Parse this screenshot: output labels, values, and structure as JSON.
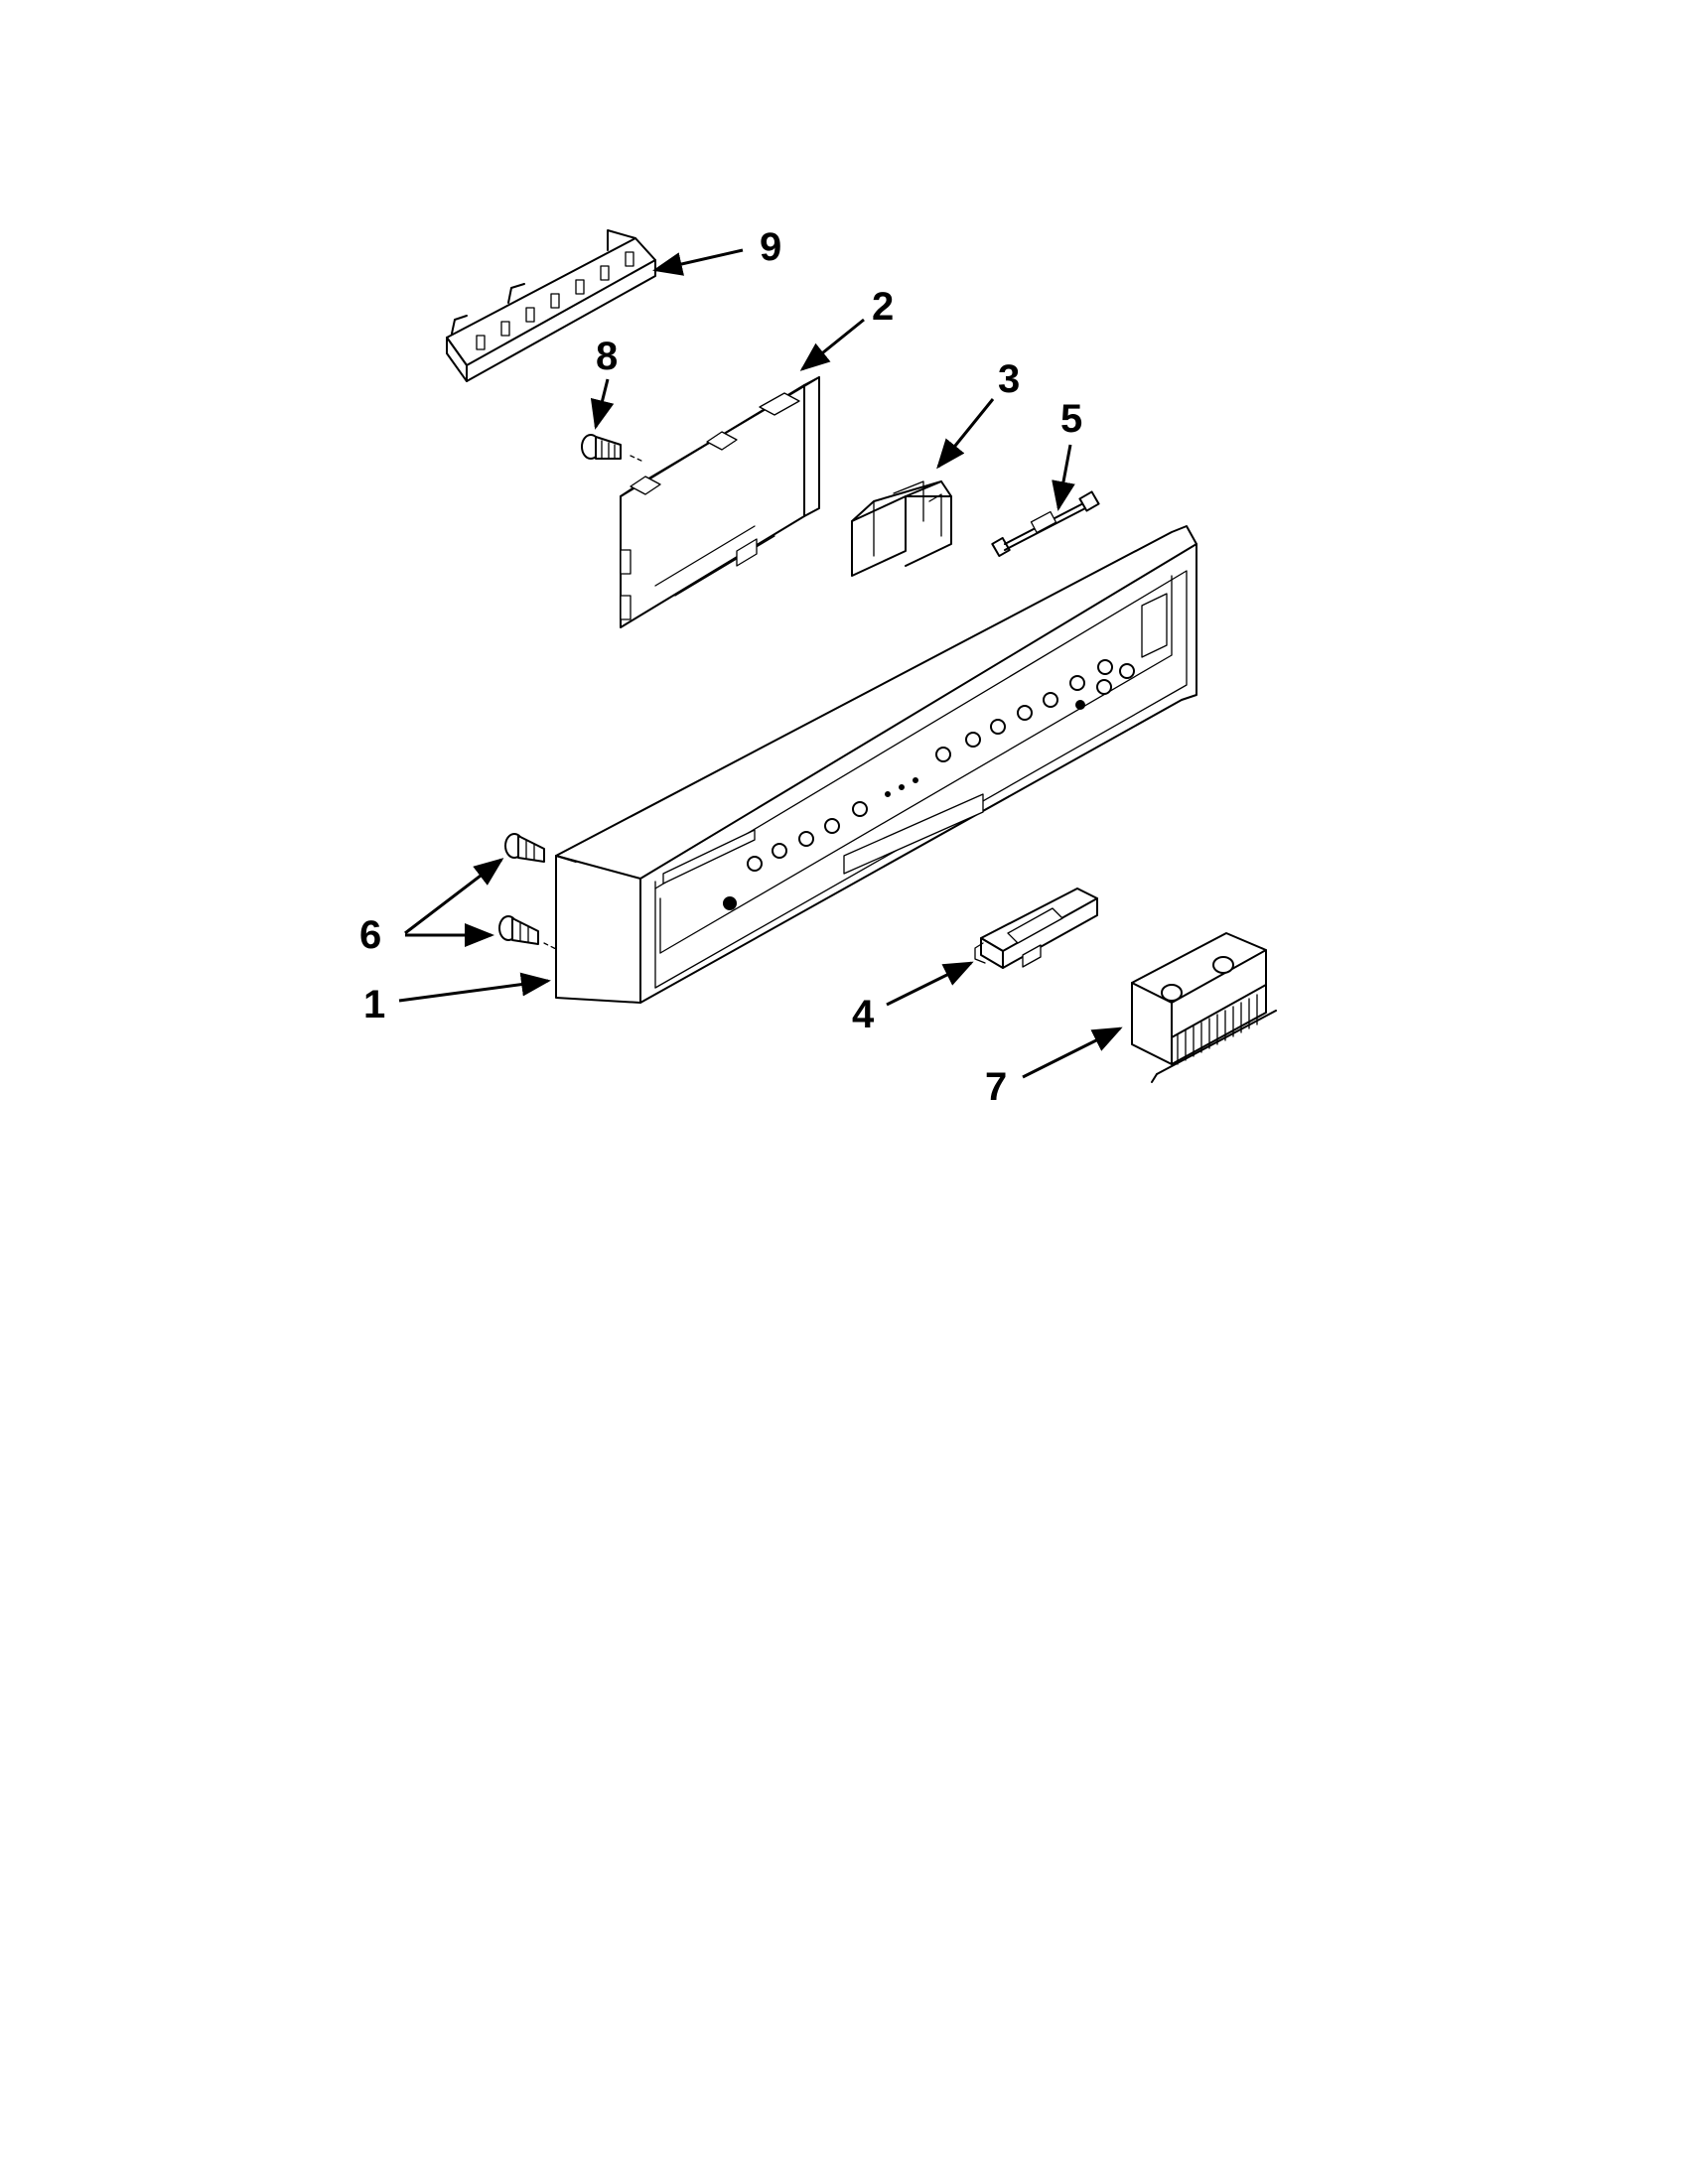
{
  "diagram": {
    "callouts": [
      {
        "id": "1",
        "label": "1",
        "part": "console-panel"
      },
      {
        "id": "2",
        "label": "2",
        "part": "control-board"
      },
      {
        "id": "3",
        "label": "3",
        "part": "board-housing"
      },
      {
        "id": "4",
        "label": "4",
        "part": "door-latch"
      },
      {
        "id": "5",
        "label": "5",
        "part": "wire-harness"
      },
      {
        "id": "6",
        "label": "6",
        "part": "screws"
      },
      {
        "id": "7",
        "label": "7",
        "part": "vent-assembly"
      },
      {
        "id": "8",
        "label": "8",
        "part": "screw"
      },
      {
        "id": "9",
        "label": "9",
        "part": "bracket"
      }
    ]
  }
}
